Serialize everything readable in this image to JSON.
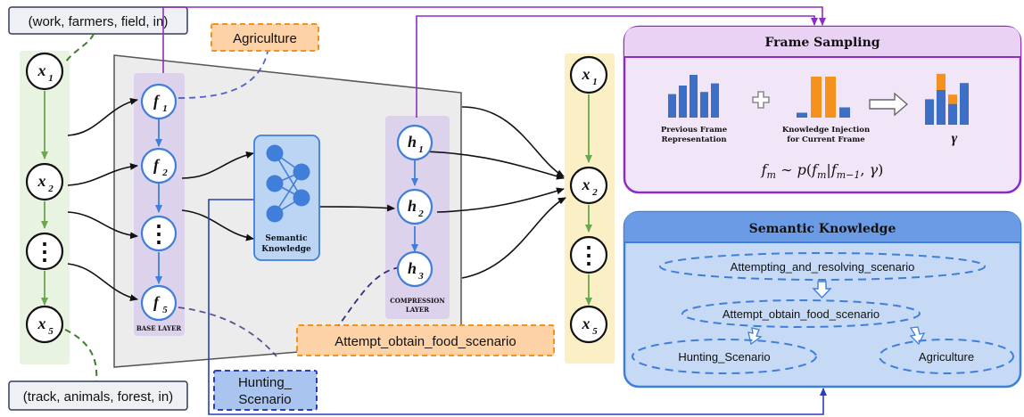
{
  "tuples": {
    "top": "(work, farmers, field, in)",
    "bottom": "(track, animals, forest, in)"
  },
  "tags": {
    "agriculture": "Agriculture",
    "attempt": "Attempt_obtain_food_scenario",
    "hunting_line1": "Hunting_",
    "hunting_line2": "Scenario"
  },
  "input_nodes": [
    {
      "base": "x",
      "sub": "1"
    },
    {
      "base": "x",
      "sub": "2"
    },
    {
      "base": "⋮",
      "sub": ""
    },
    {
      "base": "x",
      "sub": "5"
    }
  ],
  "base_nodes": [
    {
      "base": "f",
      "sub": "1"
    },
    {
      "base": "f",
      "sub": "2"
    },
    {
      "base": "⋮",
      "sub": ""
    },
    {
      "base": "f",
      "sub": "5"
    }
  ],
  "compression_nodes": [
    {
      "base": "h",
      "sub": "1"
    },
    {
      "base": "h",
      "sub": "2"
    },
    {
      "base": "h",
      "sub": "3"
    }
  ],
  "output_nodes": [
    {
      "base": "x",
      "sub": "1"
    },
    {
      "base": "x",
      "sub": "2"
    },
    {
      "base": "⋮",
      "sub": ""
    },
    {
      "base": "x",
      "sub": "5"
    }
  ],
  "layers": {
    "base": "BASE LAYER",
    "compression_line1": "COMPRESSION",
    "compression_line2": "LAYER",
    "semantic_line1": "Semantic",
    "semantic_line2": "Knowledge"
  },
  "frame_sampling": {
    "title": "Frame Sampling",
    "prev_line1": "Previous Frame",
    "prev_line2": "Representation",
    "plus": "+",
    "inj_line1": "Knowledge Injection",
    "inj_line2": "for Current Frame",
    "gamma": "γ",
    "formula": "f_m ∼ p(f_m | f_{m−1}, γ)",
    "prev_bars": [
      0.55,
      0.75,
      1.0,
      0.6,
      0.8
    ],
    "injection_bars": [
      0.12,
      1.0,
      1.0,
      0.25
    ],
    "gamma_bars": [
      {
        "blue": 0.55,
        "orange": 0.0
      },
      {
        "blue": 0.75,
        "orange": 0.35
      },
      {
        "blue": 0.45,
        "orange": 0.2
      },
      {
        "blue": 0.9,
        "orange": 0.0
      }
    ]
  },
  "semantic_knowledge": {
    "title": "Semantic Knowledge",
    "nodes": {
      "top": "Attempting_and_resolving_scenario",
      "middle": "Attempt_obtain_food_scenario",
      "left": "Hunting_Scenario",
      "right": "Agriculture"
    }
  },
  "colors": {
    "green_bg": "#e9f3e2",
    "yellow_bg": "#fbefc6",
    "lavender_bg": "#dcd2ec",
    "gray_trap": "#ececec",
    "blue_node": "#3f7fd9",
    "orange": "#f5921e",
    "bar_blue": "#3d6fc6",
    "purple": "#8e2dc5",
    "navy": "#2a3fb8"
  }
}
